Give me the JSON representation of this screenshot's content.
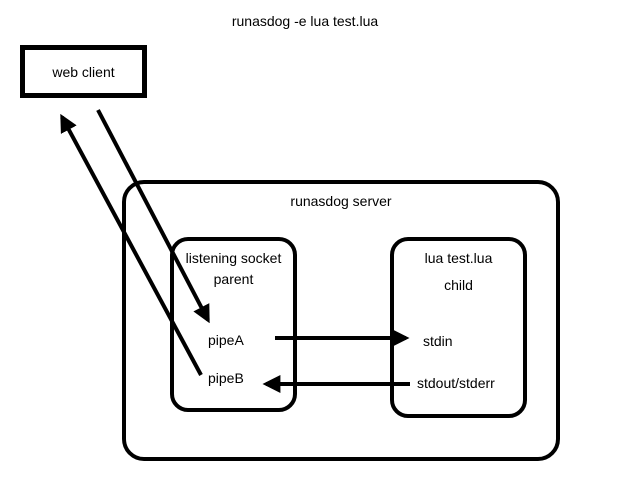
{
  "title": "runasdog -e lua test.lua",
  "colors": {
    "line": "#000000",
    "text": "#000000",
    "background": "#ffffff"
  },
  "web_client": {
    "label": "web client"
  },
  "server": {
    "label": "runasdog server",
    "parent_box": {
      "title": "listening socket",
      "subtitle": "parent",
      "pipe_a_label": "pipeA",
      "pipe_b_label": "pipeB"
    },
    "child_box": {
      "title": "lua test.lua",
      "subtitle": "child",
      "stdin_label": "stdin",
      "stdout_label": "stdout/stderr"
    }
  },
  "connections": [
    {
      "from": "pipeA",
      "to": "stdin",
      "style": "horizontal-arrow-right"
    },
    {
      "from": "stdout/stderr",
      "to": "pipeB",
      "style": "horizontal-arrow-left"
    },
    {
      "from": "pipeB",
      "to": "web client",
      "style": "diagonal-arrow-up"
    },
    {
      "from": "web client",
      "to": "pipeA",
      "style": "diagonal-arrow-down"
    }
  ]
}
